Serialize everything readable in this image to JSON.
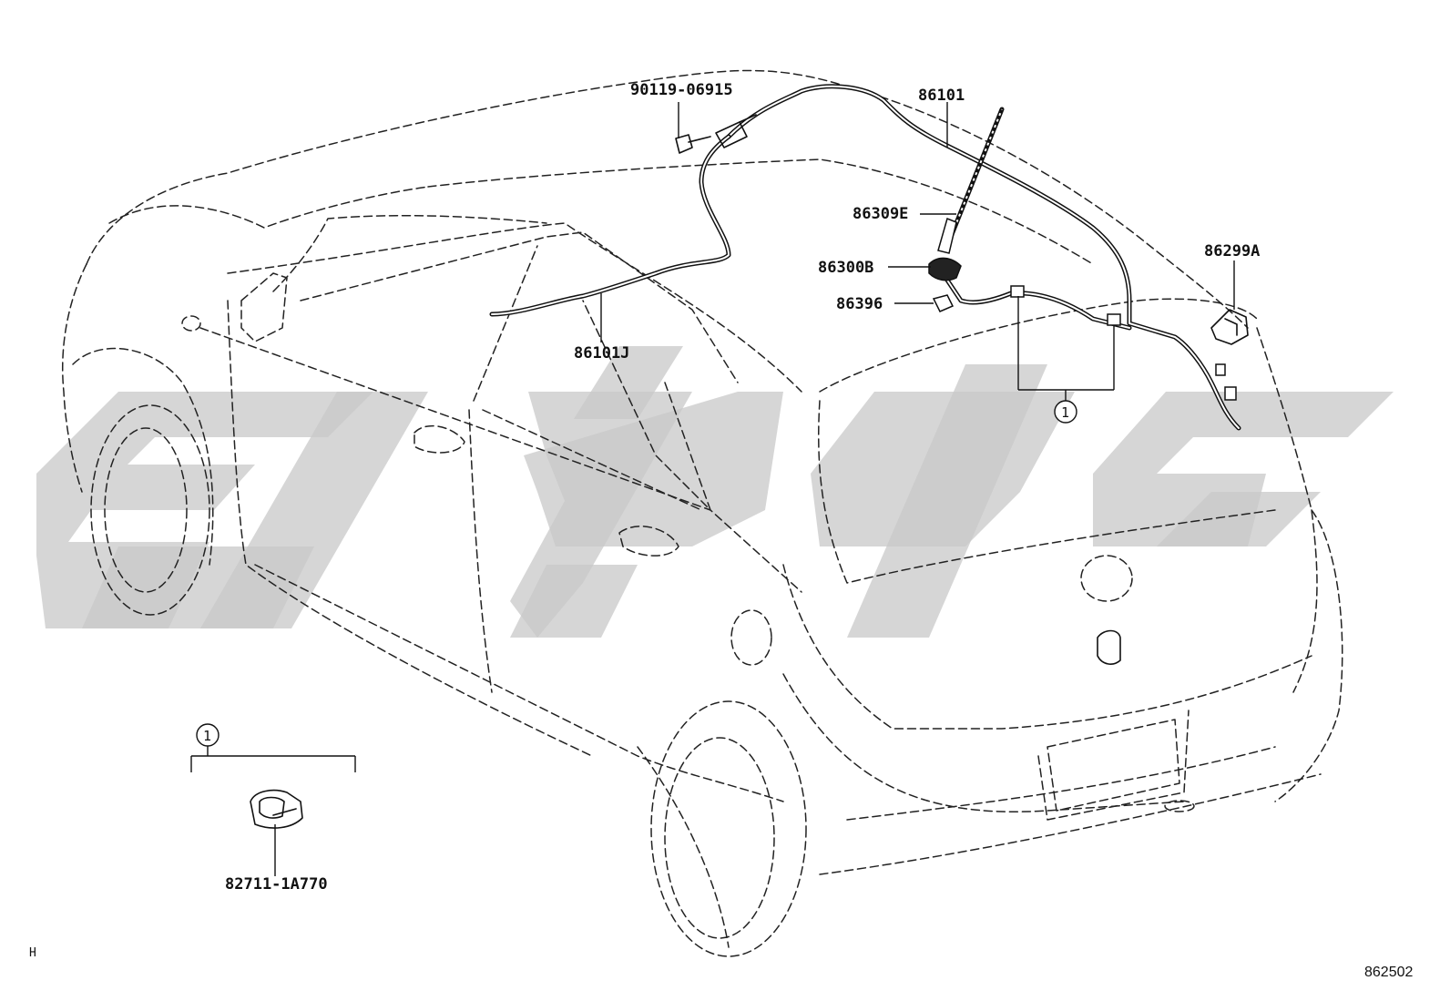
{
  "diagram": {
    "part_labels": {
      "screw": "90119-06915",
      "cable_main": "86101",
      "antenna_rod": "86309E",
      "antenna_base": "86300B",
      "cap": "86396",
      "bracket": "86299A",
      "cable_sub": "86101J",
      "clip": "82711-1A770"
    },
    "callout_ref": "1",
    "inset_ref": "1",
    "corner_mark": "H",
    "diagram_number": "862502"
  }
}
